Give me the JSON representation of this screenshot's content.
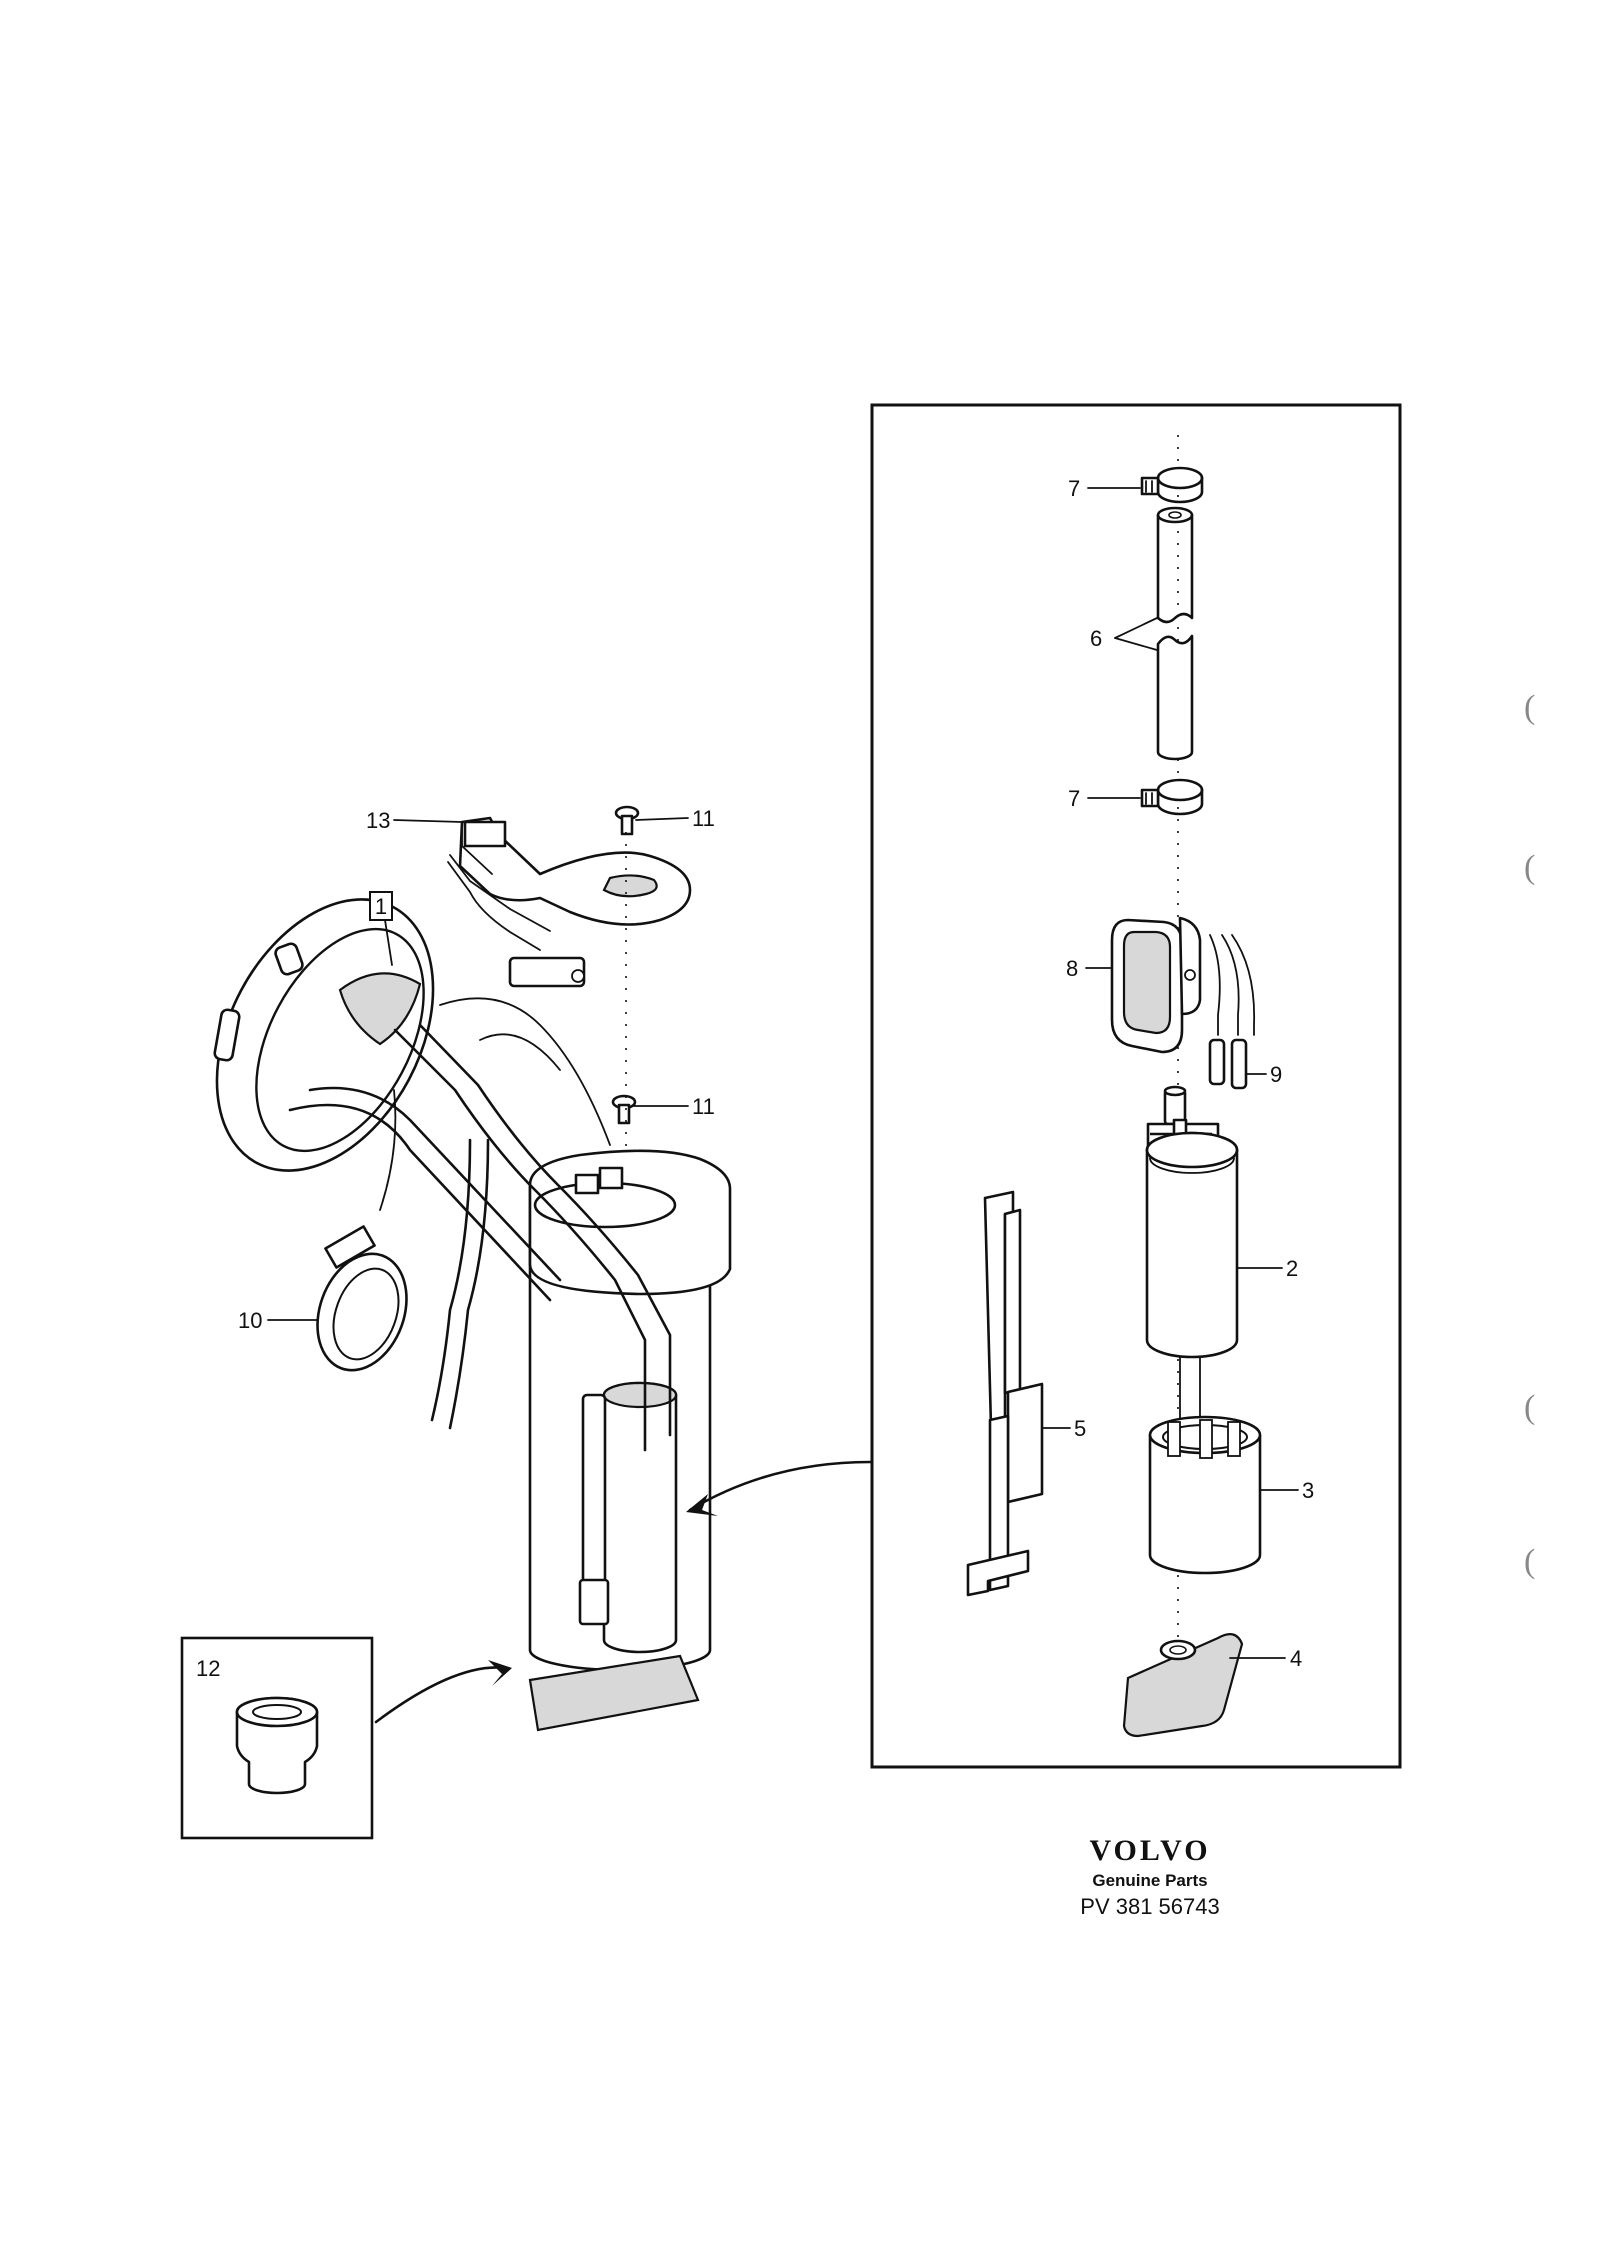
{
  "callouts": {
    "c1": "1",
    "c2": "2",
    "c3": "3",
    "c4": "4",
    "c5": "5",
    "c6": "6",
    "c7a": "7",
    "c7b": "7",
    "c8": "8",
    "c9": "9",
    "c10": "10",
    "c11a": "11",
    "c11b": "11",
    "c12": "12",
    "c13": "13"
  },
  "footer": {
    "brand": "VOLVO",
    "subtitle": "Genuine Parts",
    "code": "PV 381 56743"
  },
  "margin_marks": [
    "(",
    "(",
    "(",
    "("
  ]
}
